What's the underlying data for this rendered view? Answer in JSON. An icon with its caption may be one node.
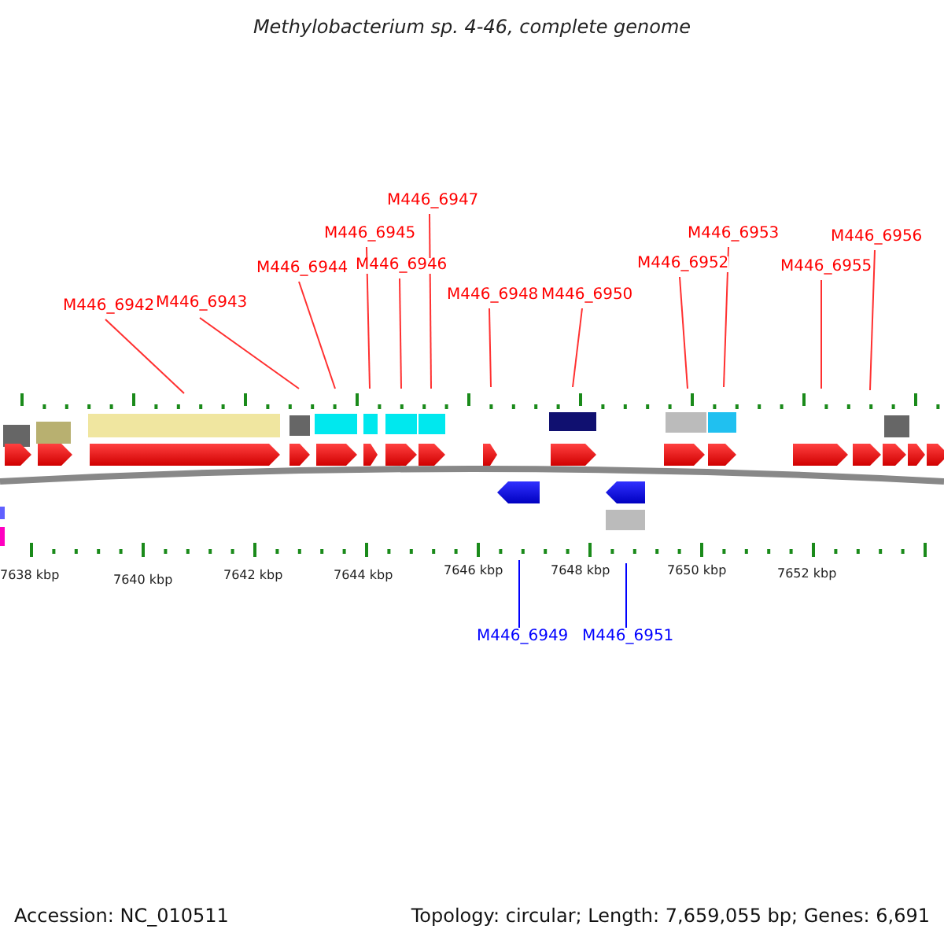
{
  "diagram": {
    "title": "Methylobacterium sp. 4-46, complete genome",
    "nodes": [
      {
        "text": [
          "M446_6942"
        ]
      },
      {
        "text": [
          "M446_6943"
        ]
      },
      {
        "text": [
          "M446_6944"
        ]
      },
      {
        "text": [
          "M446_6945"
        ]
      },
      {
        "text": [
          "M446_6946"
        ]
      },
      {
        "text": [
          "M446_6947"
        ]
      },
      {
        "text": [
          "M446_6948"
        ]
      },
      {
        "text": [
          "M446_6950"
        ]
      },
      {
        "text": [
          "M446_6952"
        ]
      },
      {
        "text": [
          "M446_6953"
        ]
      },
      {
        "text": [
          "M446_6955"
        ]
      },
      {
        "text": [
          "M446_6956"
        ]
      },
      {
        "text": [
          "M446_6949"
        ]
      },
      {
        "text": [
          "M446_6951"
        ]
      }
    ],
    "edges": [
      {
        "from": 0,
        "to": null,
        "arrow": "none"
      },
      {
        "from": 1,
        "to": null,
        "arrow": "none"
      },
      {
        "from": 2,
        "to": null,
        "arrow": "none"
      },
      {
        "from": 3,
        "to": null,
        "arrow": "none"
      },
      {
        "from": 4,
        "to": null,
        "arrow": "none"
      },
      {
        "from": 5,
        "to": null,
        "arrow": "none"
      },
      {
        "from": 6,
        "to": null,
        "arrow": "none"
      },
      {
        "from": 7,
        "to": null,
        "arrow": "none"
      },
      {
        "from": 8,
        "to": null,
        "arrow": "none"
      },
      {
        "from": 9,
        "to": null,
        "arrow": "none"
      },
      {
        "from": 10,
        "to": null,
        "arrow": "none"
      },
      {
        "from": 11,
        "to": null,
        "arrow": "none"
      },
      {
        "from": 12,
        "to": null,
        "arrow": "none",
        "color": "#0000ff"
      },
      {
        "from": 13,
        "to": null,
        "arrow": "none",
        "color": "#0000ff"
      }
    ],
    "labels": [
      "7638 kbp",
      "7640 kbp",
      "7642 kbp",
      "7644 kbp",
      "7646 kbp",
      "7648 kbp",
      "7650 kbp",
      "7652 kbp",
      "Accession: NC_010511",
      "Topology: circular; Length: 7,659,055 bp; Genes: 6,691"
    ]
  }
}
